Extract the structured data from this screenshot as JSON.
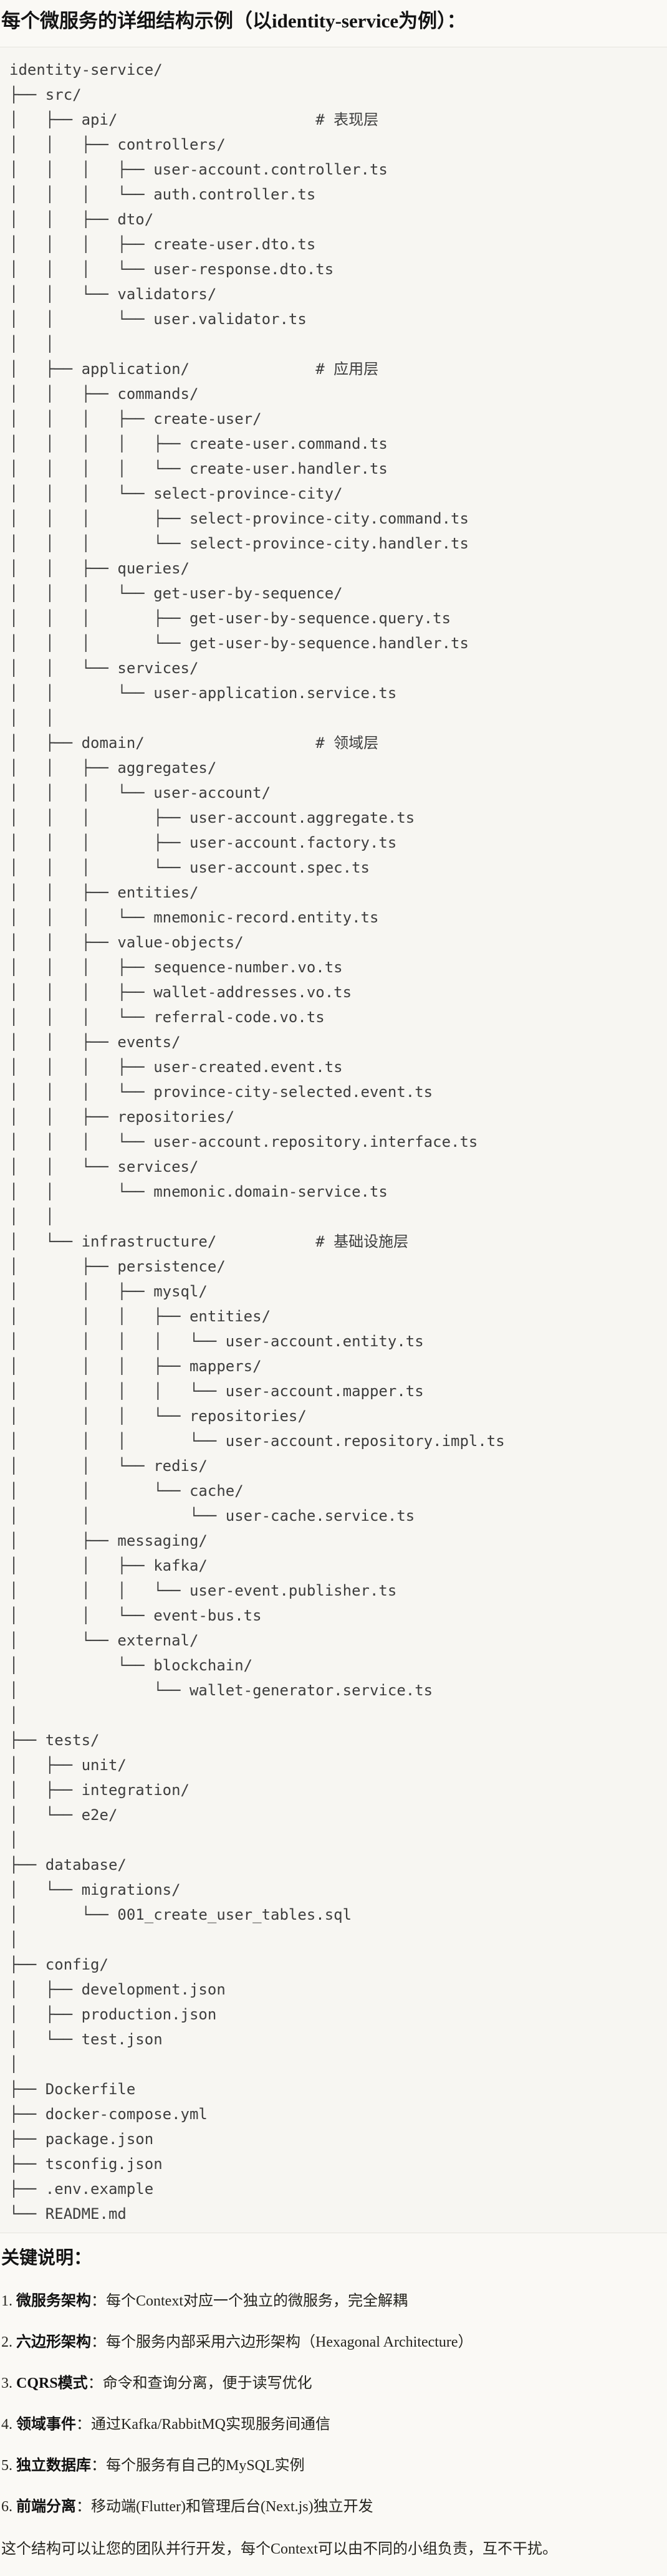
{
  "title": "每个微服务的详细结构示例（以identity-service为例）：",
  "tree": {
    "lines": [
      "identity-service/",
      "├── src/",
      "│   ├── api/                      # 表现层",
      "│   │   ├── controllers/",
      "│   │   │   ├── user-account.controller.ts",
      "│   │   │   └── auth.controller.ts",
      "│   │   ├── dto/",
      "│   │   │   ├── create-user.dto.ts",
      "│   │   │   └── user-response.dto.ts",
      "│   │   └── validators/",
      "│   │       └── user.validator.ts",
      "│   │",
      "│   ├── application/              # 应用层",
      "│   │   ├── commands/",
      "│   │   │   ├── create-user/",
      "│   │   │   │   ├── create-user.command.ts",
      "│   │   │   │   └── create-user.handler.ts",
      "│   │   │   └── select-province-city/",
      "│   │   │       ├── select-province-city.command.ts",
      "│   │   │       └── select-province-city.handler.ts",
      "│   │   ├── queries/",
      "│   │   │   └── get-user-by-sequence/",
      "│   │   │       ├── get-user-by-sequence.query.ts",
      "│   │   │       └── get-user-by-sequence.handler.ts",
      "│   │   └── services/",
      "│   │       └── user-application.service.ts",
      "│   │",
      "│   ├── domain/                   # 领域层",
      "│   │   ├── aggregates/",
      "│   │   │   └── user-account/",
      "│   │   │       ├── user-account.aggregate.ts",
      "│   │   │       ├── user-account.factory.ts",
      "│   │   │       └── user-account.spec.ts",
      "│   │   ├── entities/",
      "│   │   │   └── mnemonic-record.entity.ts",
      "│   │   ├── value-objects/",
      "│   │   │   ├── sequence-number.vo.ts",
      "│   │   │   ├── wallet-addresses.vo.ts",
      "│   │   │   └── referral-code.vo.ts",
      "│   │   ├── events/",
      "│   │   │   ├── user-created.event.ts",
      "│   │   │   └── province-city-selected.event.ts",
      "│   │   ├── repositories/",
      "│   │   │   └── user-account.repository.interface.ts",
      "│   │   └── services/",
      "│   │       └── mnemonic.domain-service.ts",
      "│   │",
      "│   └── infrastructure/           # 基础设施层",
      "│       ├── persistence/",
      "│       │   ├── mysql/",
      "│       │   │   ├── entities/",
      "│       │   │   │   └── user-account.entity.ts",
      "│       │   │   ├── mappers/",
      "│       │   │   │   └── user-account.mapper.ts",
      "│       │   │   └── repositories/",
      "│       │   │       └── user-account.repository.impl.ts",
      "│       │   └── redis/",
      "│       │       └── cache/",
      "│       │           └── user-cache.service.ts",
      "│       ├── messaging/",
      "│       │   ├── kafka/",
      "│       │   │   └── user-event.publisher.ts",
      "│       │   └── event-bus.ts",
      "│       └── external/",
      "│           └── blockchain/",
      "│               └── wallet-generator.service.ts",
      "│",
      "├── tests/",
      "│   ├── unit/",
      "│   ├── integration/",
      "│   └── e2e/",
      "│",
      "├── database/",
      "│   └── migrations/",
      "│       └── 001_create_user_tables.sql",
      "│",
      "├── config/",
      "│   ├── development.json",
      "│   ├── production.json",
      "│   └── test.json",
      "│",
      "├── Dockerfile",
      "├── docker-compose.yml",
      "├── package.json",
      "├── tsconfig.json",
      "├── .env.example",
      "└── README.md"
    ]
  },
  "notes": {
    "heading": "关键说明：",
    "items": [
      {
        "num": "1.",
        "label": "微服务架构",
        "colon": "：",
        "text": "每个Context对应一个独立的微服务，完全解耦"
      },
      {
        "num": "2.",
        "label": "六边形架构",
        "colon": "：",
        "text": "每个服务内部采用六边形架构（Hexagonal Architecture）"
      },
      {
        "num": "3.",
        "label": "CQRS模式",
        "colon": "：",
        "text": "命令和查询分离，便于读写优化"
      },
      {
        "num": "4.",
        "label": "领域事件",
        "colon": "：",
        "text": "通过Kafka/RabbitMQ实现服务间通信"
      },
      {
        "num": "5.",
        "label": "独立数据库",
        "colon": "：",
        "text": "每个服务有自己的MySQL实例"
      },
      {
        "num": "6.",
        "label": "前端分离",
        "colon": "：",
        "text": "移动端(Flutter)和管理后台(Next.js)独立开发"
      }
    ],
    "footer": "这个结构可以让您的团队并行开发，每个Context可以由不同的小组负责，互不干扰。"
  }
}
